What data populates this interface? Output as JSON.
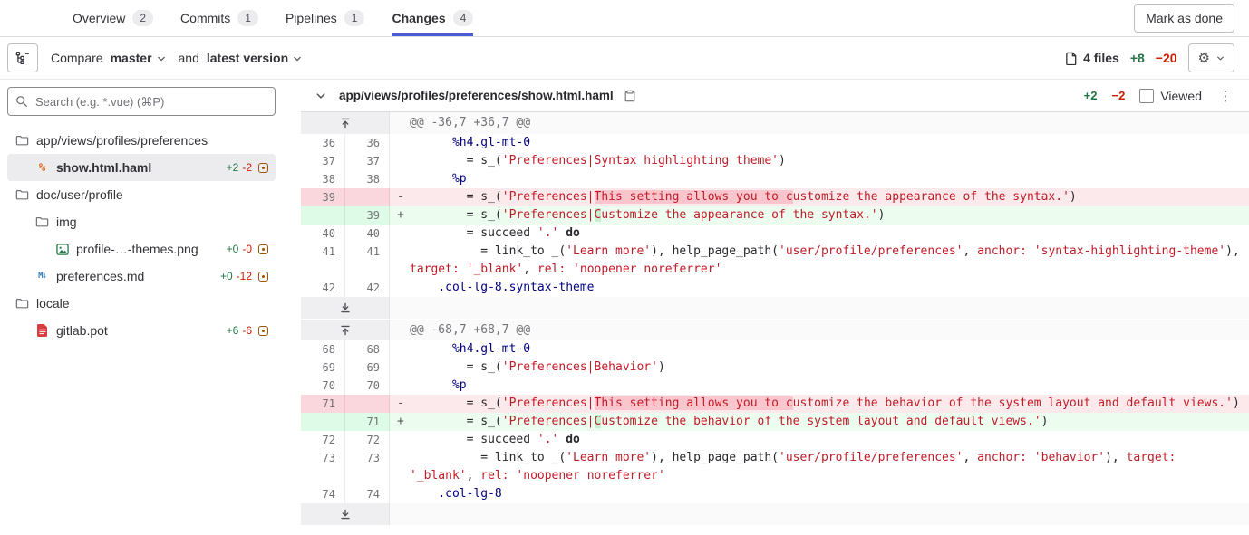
{
  "icons": {
    "gear_glyph": "⚙",
    "kebab_glyph": "⋮"
  },
  "colors": {
    "active_tab_accent": "#4b5bd6",
    "addition_green": "#217645",
    "deletion_red": "#c91c00",
    "removed_line_bg": "#fbe9eb",
    "removed_word_bg": "#fac5cd",
    "added_line_bg": "#ecfdf0",
    "added_word_bg": "#c7f0d2"
  },
  "header": {
    "tabs": [
      {
        "label": "Overview",
        "count": "2"
      },
      {
        "label": "Commits",
        "count": "1"
      },
      {
        "label": "Pipelines",
        "count": "1"
      },
      {
        "label": "Changes",
        "count": "4"
      }
    ],
    "mark_as_done_label": "Mark as done"
  },
  "compare": {
    "compare_label": "Compare",
    "source_branch": "master",
    "and_label": "and",
    "target_version": "latest version",
    "files_summary": "4 files",
    "additions": "+8",
    "deletions": "−20"
  },
  "sidebar": {
    "search_placeholder": "Search (e.g. *.vue) (⌘P)",
    "tree": [
      {
        "type": "folder",
        "label": "app/views/profiles/preferences",
        "depth": 0
      },
      {
        "type": "file",
        "icon": "haml",
        "label": "show.html.haml",
        "added": "+2",
        "removed": "-2",
        "depth": 1,
        "selected": true
      },
      {
        "type": "folder",
        "label": "doc/user/profile",
        "depth": 0
      },
      {
        "type": "folder",
        "label": "img",
        "depth": 1
      },
      {
        "type": "file",
        "icon": "image",
        "label": "profile-…-themes.png",
        "added": "+0",
        "removed": "-0",
        "depth": 2
      },
      {
        "type": "file",
        "icon": "markdown",
        "label": "preferences.md",
        "added": "+0",
        "removed": "-12",
        "depth": 1
      },
      {
        "type": "folder",
        "label": "locale",
        "depth": 0
      },
      {
        "type": "file",
        "icon": "pot",
        "label": "gitlab.pot",
        "added": "+6",
        "removed": "-6",
        "depth": 1
      }
    ]
  },
  "diff": {
    "file_path": "app/views/profiles/preferences/show.html.haml",
    "additions": "+2",
    "deletions": "−2",
    "viewed_label": "Viewed",
    "rows": [
      {
        "k": "hunk",
        "dir": "up",
        "text": "@@ -36,7 +36,7 @@"
      },
      {
        "k": "ctx",
        "old": "36",
        "new": "36",
        "seg": [
          [
            "tg",
            "      %h4.gl-mt-0"
          ]
        ]
      },
      {
        "k": "ctx",
        "old": "37",
        "new": "37",
        "seg": [
          [
            "pl",
            "        = s_("
          ],
          [
            "st",
            "'Preferences|Syntax highlighting theme'"
          ],
          [
            "pl",
            ")"
          ]
        ]
      },
      {
        "k": "ctx",
        "old": "38",
        "new": "38",
        "seg": [
          [
            "tg",
            "      %p"
          ]
        ]
      },
      {
        "k": "del",
        "old": "39",
        "seg": [
          [
            "pl",
            "        = s_("
          ],
          [
            "st",
            "'Preferences|"
          ],
          [
            "hl",
            "This setting allows you to c"
          ],
          [
            "st",
            "ustomize the appearance of the syntax.'"
          ],
          [
            "pl",
            ")"
          ]
        ]
      },
      {
        "k": "add",
        "new": "39",
        "seg": [
          [
            "pl",
            "        = s_("
          ],
          [
            "st",
            "'Preferences|"
          ],
          [
            "hl",
            "C"
          ],
          [
            "st",
            "ustomize the appearance of the syntax.'"
          ],
          [
            "pl",
            ")"
          ]
        ]
      },
      {
        "k": "ctx",
        "old": "40",
        "new": "40",
        "seg": [
          [
            "pl",
            "        = succeed "
          ],
          [
            "st",
            "'.'"
          ],
          [
            "pl",
            " "
          ],
          [
            "kw",
            "do"
          ]
        ]
      },
      {
        "k": "ctx",
        "old": "41",
        "new": "41",
        "seg": [
          [
            "pl",
            "          = link_to _("
          ],
          [
            "st",
            "'Learn more'"
          ],
          [
            "pl",
            "), help_page_path("
          ],
          [
            "st",
            "'user/profile/preferences'"
          ],
          [
            "pl",
            ", "
          ],
          [
            "sy",
            "anchor:"
          ],
          [
            "pl",
            " "
          ],
          [
            "st",
            "'syntax-highlighting-theme'"
          ],
          [
            "pl",
            "), "
          ],
          [
            "sy",
            "target:"
          ],
          [
            "pl",
            " "
          ],
          [
            "st",
            "'_blank'"
          ],
          [
            "pl",
            ", "
          ],
          [
            "sy",
            "rel:"
          ],
          [
            "pl",
            " "
          ],
          [
            "st",
            "'noopener noreferrer'"
          ]
        ]
      },
      {
        "k": "ctx",
        "old": "42",
        "new": "42",
        "seg": [
          [
            "tg",
            "    .col-lg-8.syntax-theme"
          ]
        ]
      },
      {
        "k": "exp",
        "dir": "down"
      },
      {
        "k": "hunk",
        "dir": "up",
        "text": "@@ -68,7 +68,7 @@"
      },
      {
        "k": "ctx",
        "old": "68",
        "new": "68",
        "seg": [
          [
            "tg",
            "      %h4.gl-mt-0"
          ]
        ]
      },
      {
        "k": "ctx",
        "old": "69",
        "new": "69",
        "seg": [
          [
            "pl",
            "        = s_("
          ],
          [
            "st",
            "'Preferences|Behavior'"
          ],
          [
            "pl",
            ")"
          ]
        ]
      },
      {
        "k": "ctx",
        "old": "70",
        "new": "70",
        "seg": [
          [
            "tg",
            "      %p"
          ]
        ]
      },
      {
        "k": "del",
        "old": "71",
        "seg": [
          [
            "pl",
            "        = s_("
          ],
          [
            "st",
            "'Preferences|"
          ],
          [
            "hl",
            "This setting allows you to c"
          ],
          [
            "st",
            "ustomize the behavior of the system layout and default views.'"
          ],
          [
            "pl",
            ")"
          ]
        ]
      },
      {
        "k": "add",
        "new": "71",
        "seg": [
          [
            "pl",
            "        = s_("
          ],
          [
            "st",
            "'Preferences|"
          ],
          [
            "hl",
            "C"
          ],
          [
            "st",
            "ustomize the behavior of the system layout and default views.'"
          ],
          [
            "pl",
            ")"
          ]
        ]
      },
      {
        "k": "ctx",
        "old": "72",
        "new": "72",
        "seg": [
          [
            "pl",
            "        = succeed "
          ],
          [
            "st",
            "'.'"
          ],
          [
            "pl",
            " "
          ],
          [
            "kw",
            "do"
          ]
        ]
      },
      {
        "k": "ctx",
        "old": "73",
        "new": "73",
        "seg": [
          [
            "pl",
            "          = link_to _("
          ],
          [
            "st",
            "'Learn more'"
          ],
          [
            "pl",
            "), help_page_path("
          ],
          [
            "st",
            "'user/profile/preferences'"
          ],
          [
            "pl",
            ", "
          ],
          [
            "sy",
            "anchor:"
          ],
          [
            "pl",
            " "
          ],
          [
            "st",
            "'behavior'"
          ],
          [
            "pl",
            "), "
          ],
          [
            "sy",
            "target:"
          ],
          [
            "pl",
            " "
          ],
          [
            "st",
            "'_blank'"
          ],
          [
            "pl",
            ", "
          ],
          [
            "sy",
            "rel:"
          ],
          [
            "pl",
            " "
          ],
          [
            "st",
            "'noopener noreferrer'"
          ]
        ]
      },
      {
        "k": "ctx",
        "old": "74",
        "new": "74",
        "seg": [
          [
            "tg",
            "    .col-lg-8"
          ]
        ]
      },
      {
        "k": "exp",
        "dir": "down"
      }
    ]
  }
}
